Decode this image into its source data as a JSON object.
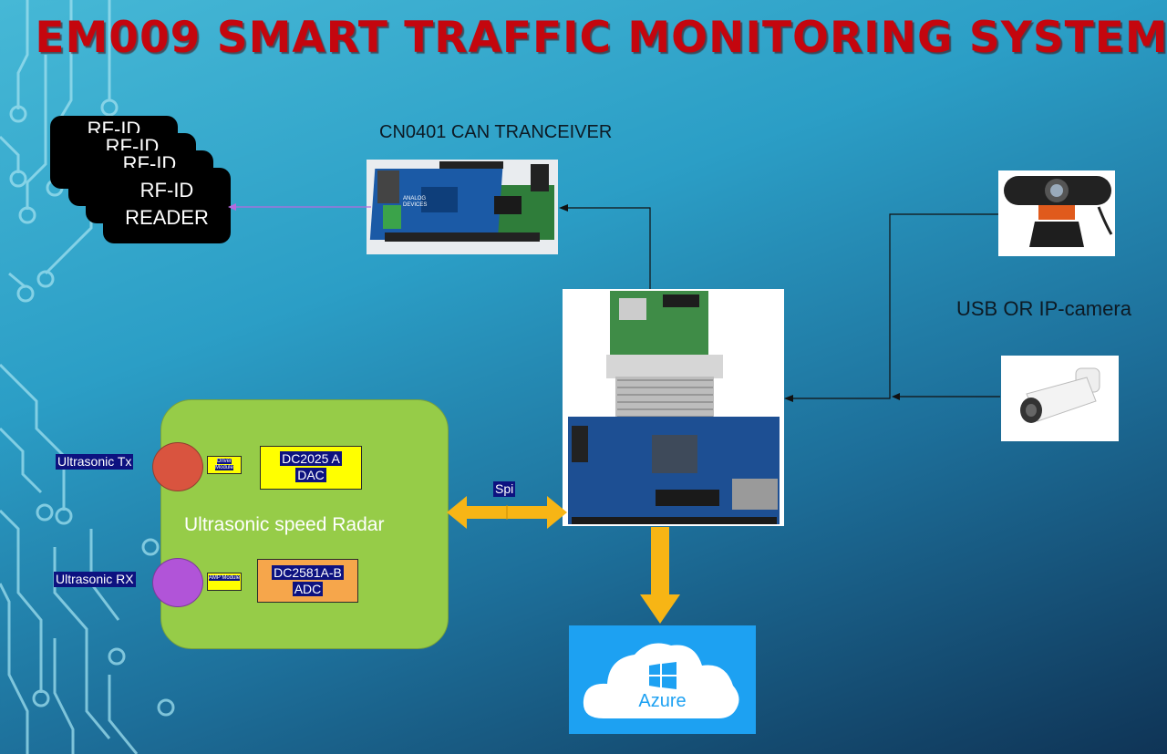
{
  "title": "EM009 SMART TRAFFIC MONITORING SYSTEM",
  "rfid": {
    "stack_label": "RF-ID",
    "front_line1": "RF-ID",
    "front_line2": "READER"
  },
  "can": {
    "label": "CN0401 CAN TRANCEIVER",
    "brand": "ANALOG DEVICES"
  },
  "camera": {
    "label": "USB OR IP-camera"
  },
  "radar": {
    "label": "Ultrasonic speed Radar",
    "tx_label": "Ultrasonic Tx",
    "rx_label": "Ultrasonic RX",
    "driver_module": "Driver Module",
    "amp_module": "AMP Module",
    "dac_line1": "DC2025 A",
    "dac_line2": "DAC",
    "adc_line1": "DC2581A-B",
    "adc_line2": "ADC"
  },
  "spi_label": "Spi",
  "cloud": {
    "label": "Azure"
  },
  "colors": {
    "title": "#c4060e",
    "tx_circle": "#d9543f",
    "rx_circle": "#b154d8",
    "arrow": "#f7b515",
    "radar_bg": "#96cc48",
    "azure_bg": "#1da1f2"
  }
}
